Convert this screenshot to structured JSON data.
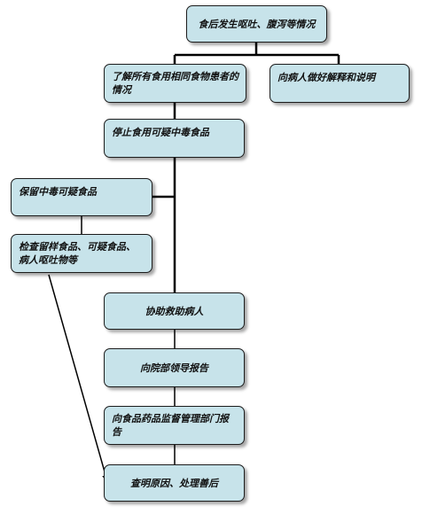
{
  "nodes": {
    "n1": "食后发生呕吐、腹泻等情况",
    "n2": "了解所有食用相同食物患者的情况",
    "n3": "向病人做好解释和说明",
    "n4": "停止食用可疑中毒食品",
    "n5": "保留中毒可疑食品",
    "n6": "检查留样食品、可疑食品、病人呕吐物等",
    "n7": "协助救助病人",
    "n8": "向院部领导报告",
    "n9": "向食品药品监督管理部门报告",
    "n10": "查明原因、处理善后"
  },
  "colors": {
    "box_fill": "#c7e3ea",
    "line": "#000000"
  }
}
